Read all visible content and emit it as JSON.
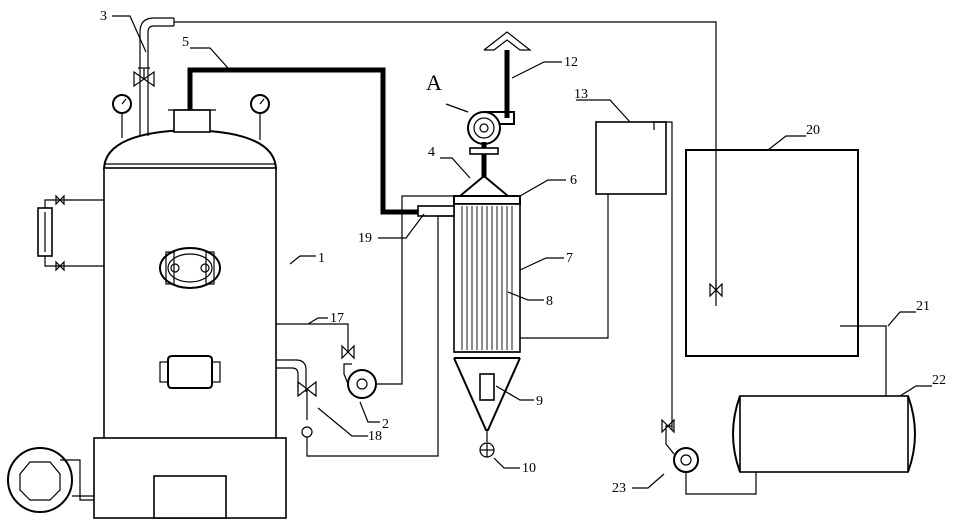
{
  "labels": {
    "l1": "1",
    "l2": "2",
    "l3": "3",
    "l4": "4",
    "l5": "5",
    "l6": "6",
    "l7": "7",
    "l8": "8",
    "l9": "9",
    "l10": "10",
    "l12": "12",
    "l13": "13",
    "l17": "17",
    "l18": "18",
    "l19": "19",
    "l20": "20",
    "l21": "21",
    "l22": "22",
    "l23": "23",
    "lA": "A"
  }
}
